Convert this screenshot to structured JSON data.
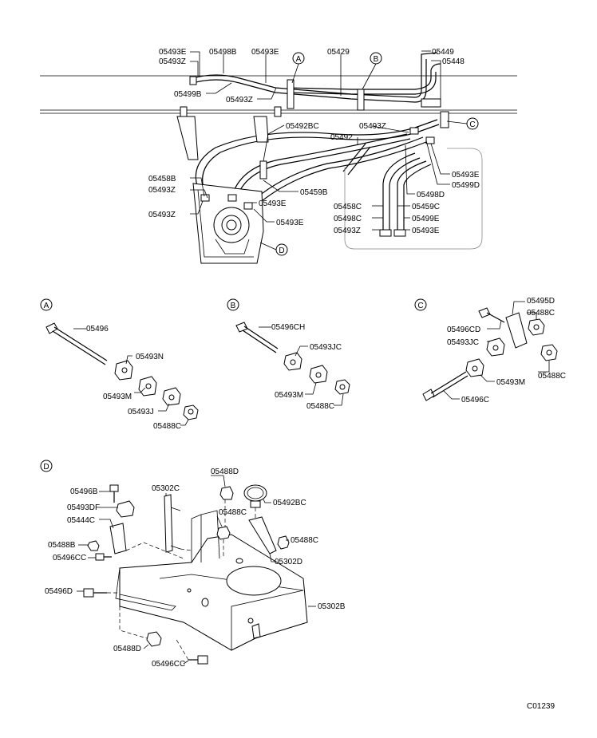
{
  "diagram_code": "C01239",
  "main_labels": [
    "05493E",
    "05493Z",
    "05498B",
    "05493E",
    "05429",
    "05449",
    "05448",
    "05499B",
    "05493Z",
    "05492BC",
    "05493Z",
    "05492",
    "05458B",
    "05493Z",
    "05493Z",
    "05459B",
    "05493E",
    "05493E",
    "05493E",
    "05499D",
    "05498D",
    "05458C",
    "05498C",
    "05493Z",
    "05459C",
    "05499E",
    "05493E"
  ],
  "callouts": [
    "A",
    "B",
    "C",
    "D"
  ],
  "section_a": {
    "marker": "A",
    "labels": [
      "05496",
      "05493N",
      "05493M",
      "05493J",
      "05488C"
    ]
  },
  "section_b": {
    "marker": "B",
    "labels": [
      "05496CH",
      "05493JC",
      "05493M",
      "05488C"
    ]
  },
  "section_c": {
    "marker": "C",
    "labels": [
      "05495D",
      "05488C",
      "05496CD",
      "05493JC",
      "05488C",
      "05493M",
      "05496C"
    ]
  },
  "section_d": {
    "marker": "D",
    "labels": [
      "05488D",
      "05496B",
      "05302C",
      "05493DF",
      "05492BC",
      "05444C",
      "05488C",
      "05488B",
      "05488C",
      "05496CC",
      "05302D",
      "05496D",
      "05302B",
      "05488D",
      "05496CC"
    ]
  }
}
